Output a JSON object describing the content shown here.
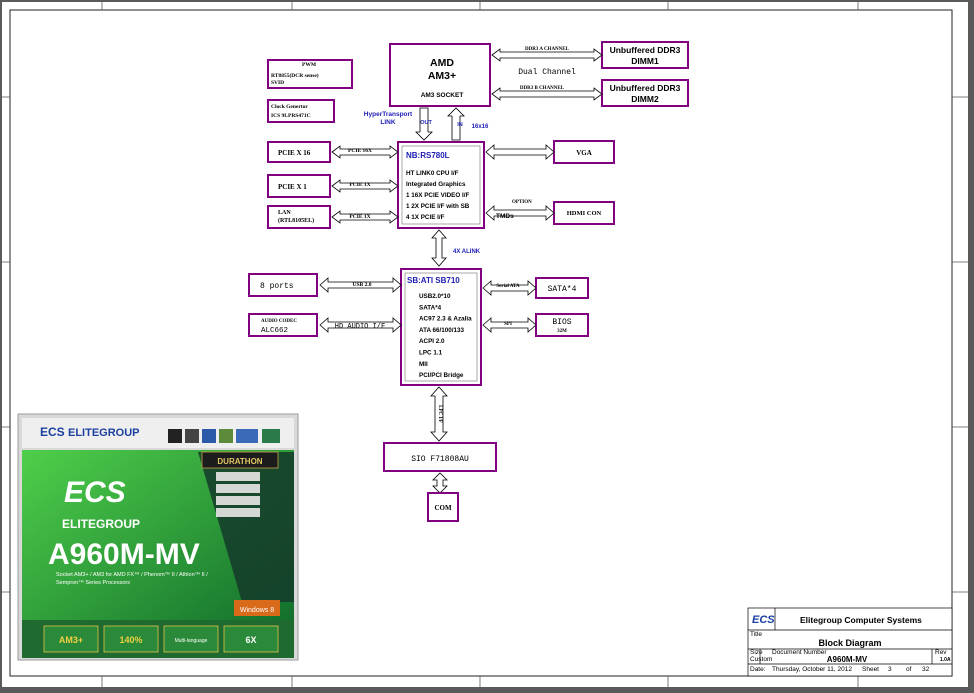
{
  "colors": {
    "block_border": "#800080",
    "chip_title": "#1c1cb4",
    "box_green": "#2e9e3a"
  },
  "cpu": {
    "line1": "AMD",
    "line2": "AM3+",
    "socket": "AM3 SOCKET"
  },
  "dimm1": {
    "line1": "Unbuffered DDR3",
    "line2": "DIMM1"
  },
  "dimm2": {
    "line1": "Unbuffered DDR3",
    "line2": "DIMM2"
  },
  "ddr_channel_a": "DDR3 A CHANNEL",
  "ddr_channel_b": "DDR3 B CHANNEL",
  "dual_channel": "Dual Channel",
  "pwm": {
    "title": "PWM",
    "line1": "RT8855(DCR sense)",
    "line2": "SVID"
  },
  "clock": {
    "line1": "Clock Genertor",
    "line2": "ICS 9LPRS471C"
  },
  "hypertransport": {
    "line1": "HyperTransport",
    "line2": "LINK"
  },
  "ht_out": "OUT",
  "ht_in": "IN",
  "ht_width": "16x16",
  "nb": {
    "title": "NB:RS780L",
    "features": [
      "HT LINK0 CPU I/F",
      "Integrated Graphics",
      "1 16X PCIE VIDEO I/F",
      "1 2X PCIE I/F with SB",
      "4 1X PCIE I/F"
    ]
  },
  "pcie_x16": {
    "box": "PCIE X 16",
    "bus": "PCIE 16X"
  },
  "pcie_x1": {
    "box": "PCIE X 1",
    "bus": "PCIE 1X"
  },
  "lan": {
    "line1": "LAN",
    "line2": "(RTL8105EL)",
    "bus": "PCIE 1X"
  },
  "vga": "VGA",
  "hdmi": {
    "box": "HDMI CON",
    "option": "OPTION",
    "tmds": "TMDs"
  },
  "alink": "4X ALINK",
  "sb": {
    "title": "SB:ATI SB710",
    "features": [
      "USB2.0*10",
      "SATA*4",
      "AC97 2.3 & Azalia",
      "ATA 66/100/133",
      "ACPI 2.0",
      "LPC 1.1",
      "MII",
      "PCI/PCI Bridge"
    ]
  },
  "usb": {
    "box": "8 ports",
    "bus": "USB 2.0"
  },
  "audio": {
    "line1": "AUDIO CODEC",
    "line2": "ALC662",
    "bus": "HD AUDIO I/F"
  },
  "sata": {
    "box": "SATA*4",
    "bus": "Serial ATA"
  },
  "bios": {
    "line1": "BIOS",
    "line2": "32M",
    "bus": "SPI"
  },
  "lpc": "LPC I/F",
  "sio": "SIO F71808AU",
  "com": "COM",
  "product_box": {
    "brand_small": "ELITEGROUP",
    "logo": "ECS",
    "brand": "ELITEGROUP",
    "model": "A960M-MV",
    "desc1": "Socket AM3+ / AM3 for AMD FX™ / Phenom™ II / Athlon™ II /",
    "desc2": "Sempron™ Series Processors",
    "series": "DURATHON",
    "windows": "Windows 8",
    "feature1": "AM3+",
    "feature2": "140%",
    "feature3": "Multi-language",
    "feature4": "6X"
  },
  "title_block": {
    "company": "Elitegroup Computer Systems",
    "title_label": "Title",
    "title": "Block Diagram",
    "size_label": "Size",
    "size": "Custom",
    "doc_label": "Document Number",
    "doc": "A960M-MV",
    "rev_label": "Rev",
    "rev": "1.0A",
    "date_label": "Date:",
    "date": "Thursday, October 11, 2012",
    "sheet_label": "Sheet",
    "sheet": "3",
    "of_label": "of",
    "total": "32"
  }
}
